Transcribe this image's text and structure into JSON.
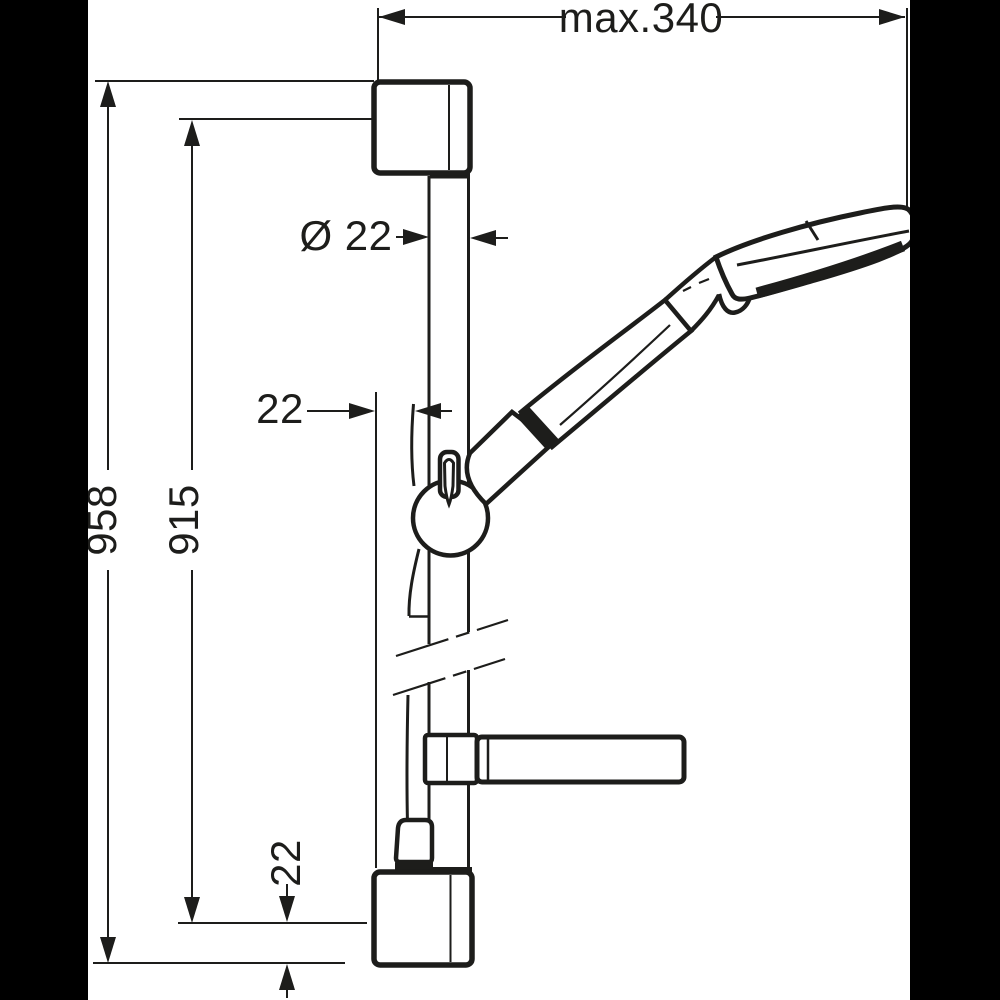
{
  "meta": {
    "background": "#ffffff",
    "line_color": "#1d1d1b",
    "letterbox_color": "#000000",
    "drawing_type": "technical-dimension-drawing",
    "subject": "shower-wall-bar-set-side-view"
  },
  "dimensions": {
    "width_max": "max.340",
    "bar_diameter": "Ø 22",
    "bracket_offset": "22",
    "total_length": "958",
    "hole_distance": "915",
    "bottom_offset": "22"
  },
  "parts": [
    "top-wall-bracket",
    "wall-bar-rail",
    "slider-holder",
    "hand-shower",
    "shower-hose",
    "soap-dish",
    "hose-connector",
    "bottom-wall-bracket",
    "break-marks"
  ]
}
